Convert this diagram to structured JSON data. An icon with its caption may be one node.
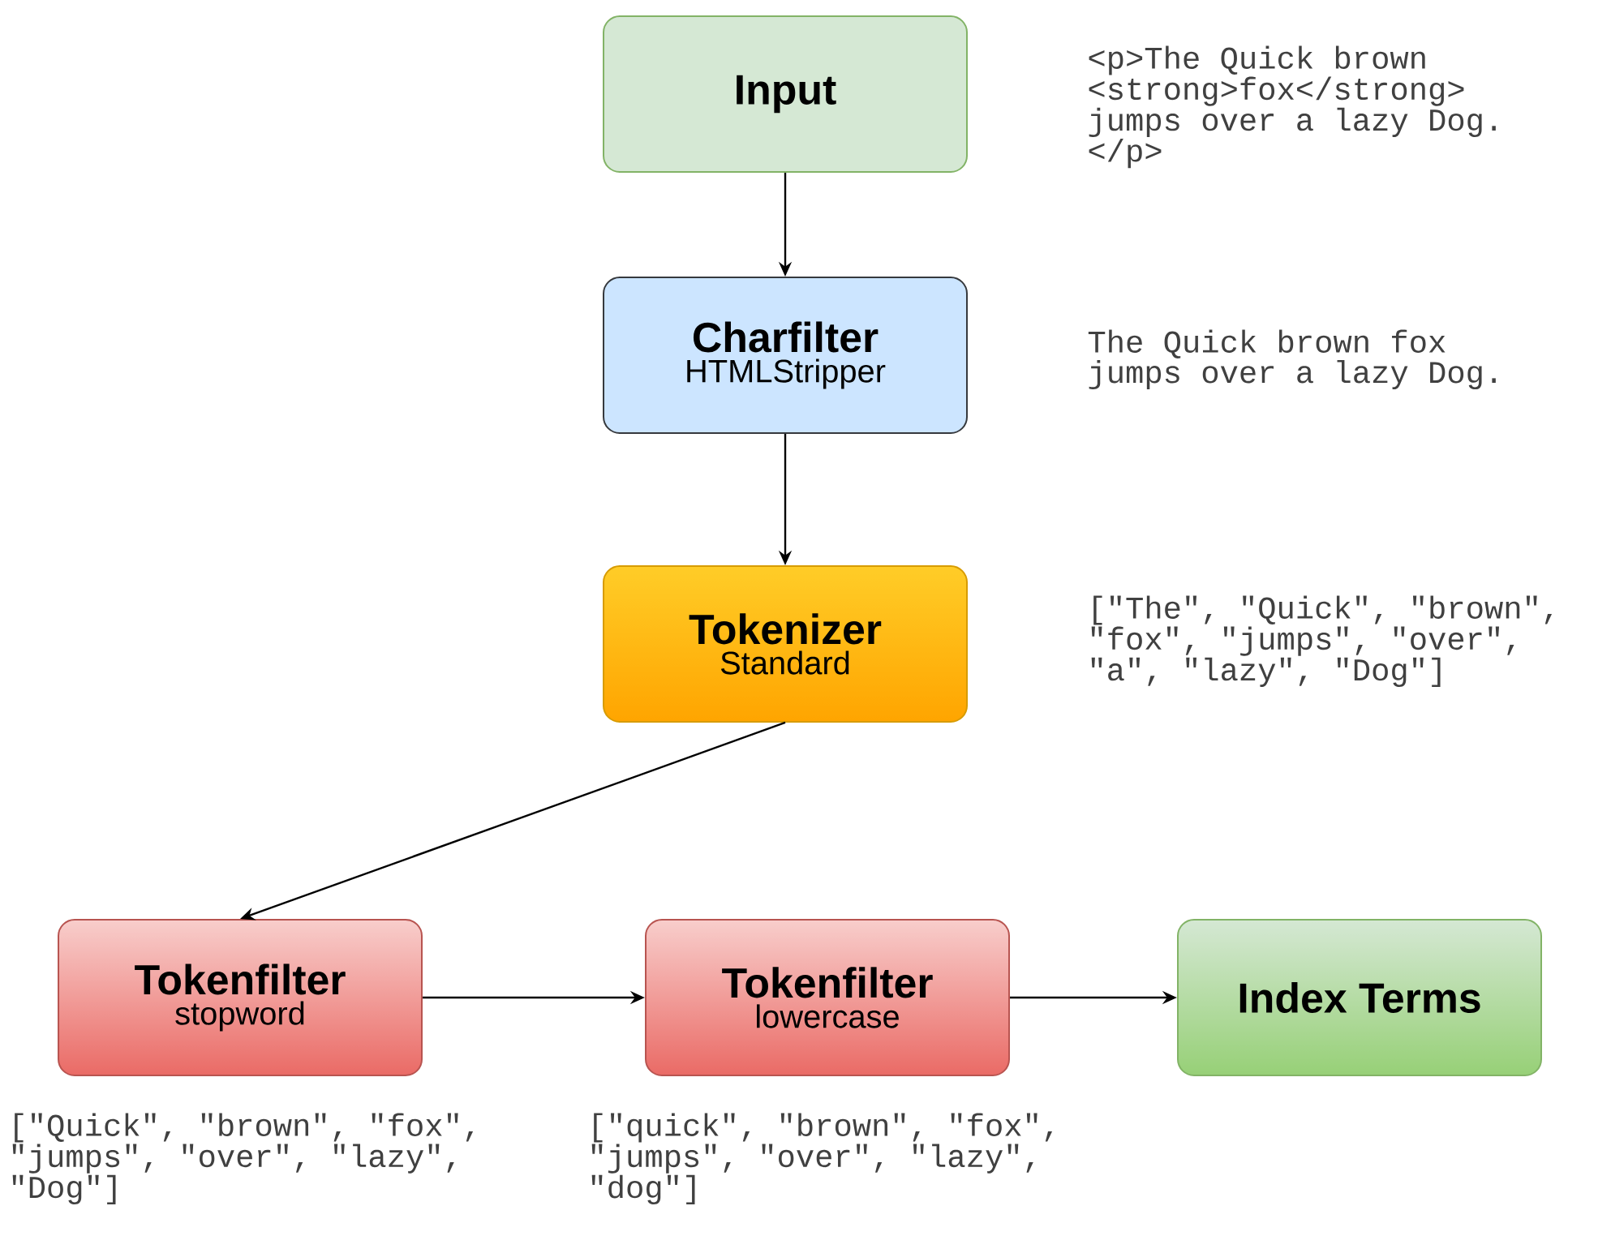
{
  "diagram": {
    "nodes": [
      {
        "text": [
          "Input"
        ],
        "beside": [
          "<p>The Quick brown <strong>fox</strong> jumps over a lazy Dog. </p>"
        ]
      },
      {
        "text": [
          "Charfilter",
          "HTMLStripper"
        ],
        "beside": [
          "The Quick brown fox jumps over a lazy Dog."
        ]
      },
      {
        "text": [
          "Tokenizer",
          "Standard"
        ],
        "beside": [
          "[\"The\", \"Quick\", \"brown\", \"fox\", \"jumps\", \"over\", \"a\", \"lazy\", \"Dog\"]"
        ]
      },
      {
        "text": [
          "Tokenfilter",
          "stopword"
        ],
        "beside": [
          "[\"Quick\", \"brown\", \"fox\", \"jumps\", \"over\", \"lazy\", \"Dog\"]"
        ]
      },
      {
        "text": [
          "Tokenfilter",
          "lowercase"
        ],
        "beside": [
          "[\"quick\", \"brown\", \"fox\", \"jumps\", \"over\", \"lazy\", \"dog\"]"
        ]
      },
      {
        "text": [
          "Index Terms"
        ]
      }
    ],
    "edges": [
      {
        "from": 0,
        "to": 1,
        "arrow": "to"
      },
      {
        "from": 1,
        "to": 2,
        "arrow": "to"
      },
      {
        "from": 2,
        "to": 3,
        "arrow": "to"
      },
      {
        "from": 3,
        "to": 4,
        "arrow": "to"
      },
      {
        "from": 4,
        "to": 5,
        "arrow": "to"
      }
    ]
  }
}
